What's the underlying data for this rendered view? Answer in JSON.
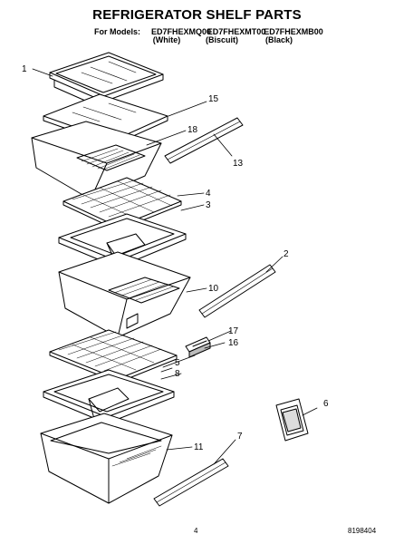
{
  "header": {
    "title": "REFRIGERATOR SHELF PARTS",
    "models_label": "For Models:",
    "models": [
      {
        "number": "ED7FHEXMQ00",
        "color": "(White)"
      },
      {
        "number": "ED7FHEXMT00",
        "color": "(Biscuit)"
      },
      {
        "number": "ED7FHEXMB00",
        "color": "(Black)"
      }
    ]
  },
  "callouts": {
    "c1": "1",
    "c15": "15",
    "c18": "18",
    "c13": "13",
    "c4": "4",
    "c3": "3",
    "c2": "2",
    "c10": "10",
    "c17": "17",
    "c16": "16",
    "c5": "5",
    "c8": "8",
    "c6": "6",
    "c7": "7",
    "c11": "11"
  },
  "footer": {
    "page_number": "4",
    "doc_number": "8198404"
  }
}
